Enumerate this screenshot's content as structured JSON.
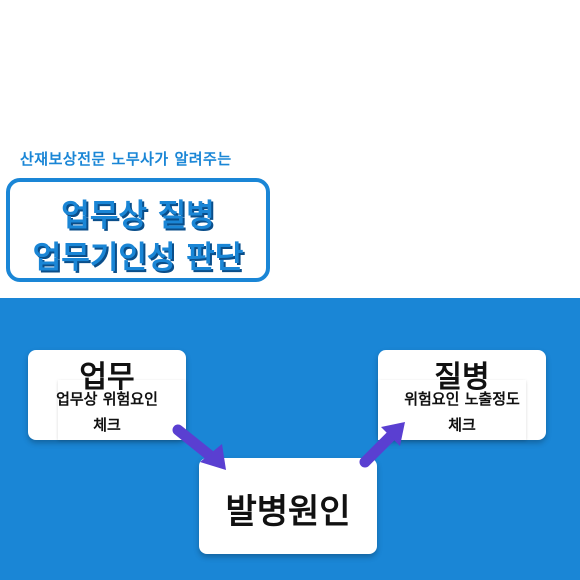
{
  "header": {
    "subtitle": "산재보상전문 노무사가 알려주는",
    "title_line1": "업무상 질병",
    "title_line2": "업무기인성 판단"
  },
  "cards": {
    "work": {
      "title": "업무",
      "line1": "업무상 위험요인",
      "line2": "체크"
    },
    "disease": {
      "title": "질병",
      "line1": "위험요인 노출정도",
      "line2": "체크"
    },
    "cause": {
      "title": "발병원인"
    }
  },
  "colors": {
    "brand_blue": "#1a86d6",
    "arrow_purple": "#5a3fd1",
    "background": "#ffffff"
  },
  "icons": [
    "arrow-down-right-icon",
    "arrow-up-right-icon"
  ]
}
